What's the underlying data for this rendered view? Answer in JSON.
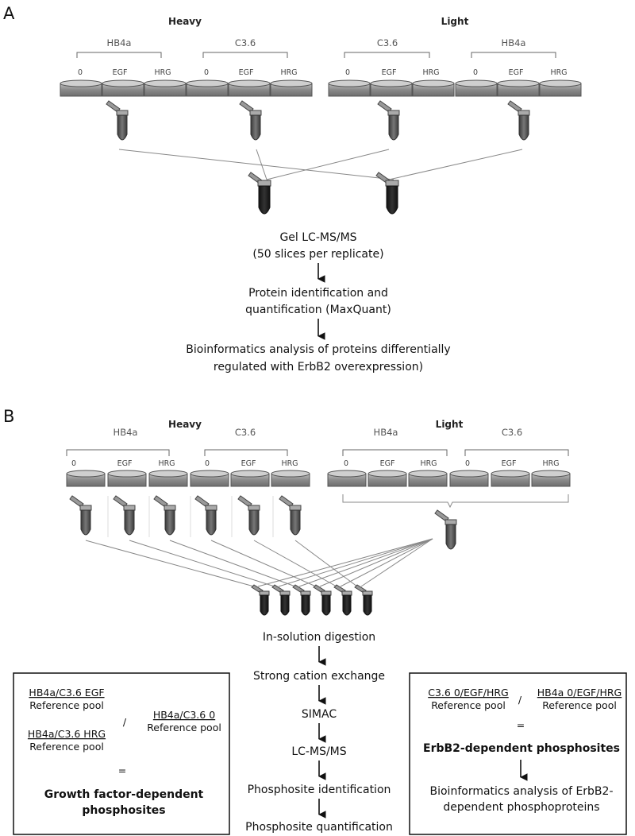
{
  "panel_a": {
    "label": "A",
    "heavy": "Heavy",
    "light": "Light",
    "cell_lines": [
      "HB4a",
      "C3.6",
      "C3.6",
      "HB4a"
    ],
    "conditions": [
      "0",
      "EGF",
      "HRG"
    ],
    "steps": [
      "Gel LC-MS/MS",
      "(50 slices per replicate)",
      "Protein identification and",
      "quantification (MaxQuant)",
      "Bioinformatics analysis of proteins differentially",
      "regulated with ErbB2 overexpression)"
    ]
  },
  "panel_b": {
    "label": "B",
    "heavy": "Heavy",
    "light": "Light",
    "cell_lines": [
      "HB4a",
      "C3.6",
      "HB4a",
      "C3.6"
    ],
    "conditions": [
      "0",
      "EGF",
      "HRG"
    ],
    "steps": [
      "In-solution digestion",
      "Strong cation exchange",
      "SIMAC",
      "LC-MS/MS",
      "Phosphosite identification",
      "Phosphosite quantification"
    ],
    "left_box": {
      "ratio1_num": "HB4a/C3.6 EGF",
      "ratio1_den": "Reference pool",
      "ratio2_num": "HB4a/C3.6 HRG",
      "ratio2_den": "Reference pool",
      "slash": "/",
      "ratio3_num": "HB4a/C3.6 0",
      "ratio3_den": "Reference pool",
      "equals": "=",
      "result_line1": "Growth factor-dependent",
      "result_line2": "phosphosites"
    },
    "right_box": {
      "ratio1_num": "C3.6 0/EGF/HRG",
      "ratio1_den": "Reference pool",
      "slash": "/",
      "ratio2_num": "HB4a 0/EGF/HRG",
      "ratio2_den": "Reference pool",
      "equals": "=",
      "result": "ErbB2-dependent phosphosites",
      "analysis_line1": "Bioinformatics analysis of ErbB2-",
      "analysis_line2": "dependent phosphoproteins"
    }
  }
}
